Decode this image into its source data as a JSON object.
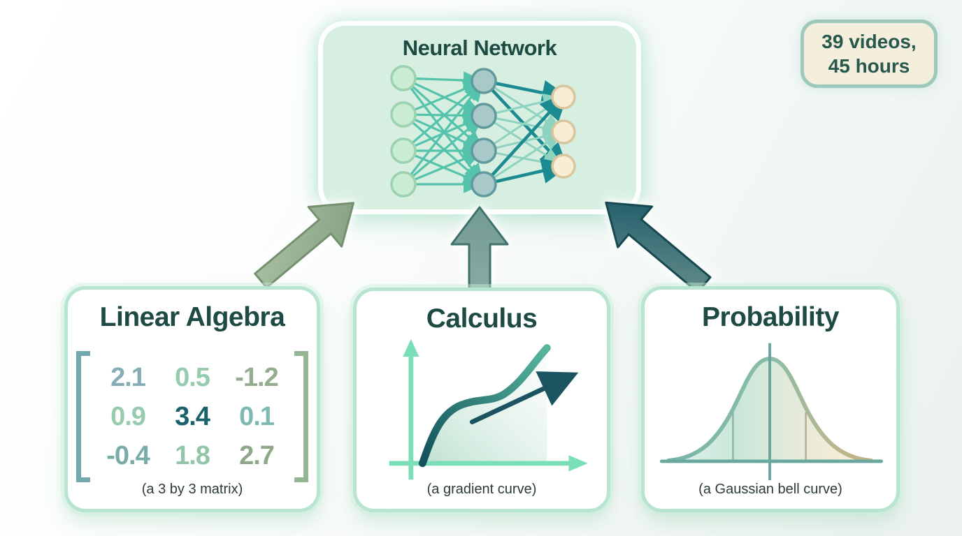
{
  "badge": {
    "line1": "39 videos,",
    "line2": "45 hours"
  },
  "neural_network": {
    "title": "Neural Network",
    "layers": [
      {
        "nodes": 4
      },
      {
        "nodes": 4
      },
      {
        "nodes": 3
      }
    ]
  },
  "cards": {
    "linear_algebra": {
      "title": "Linear Algebra",
      "caption": "(a 3 by 3 matrix)",
      "matrix": [
        [
          "2.1",
          "0.5",
          "-1.2"
        ],
        [
          "0.9",
          "3.4",
          "0.1"
        ],
        [
          "-0.4",
          "1.8",
          "2.7"
        ]
      ]
    },
    "calculus": {
      "title": "Calculus",
      "caption": "(a gradient curve)"
    },
    "probability": {
      "title": "Probability",
      "caption": "(a Gaussian bell curve)"
    }
  },
  "colors": {
    "title_text": "#1d4a42",
    "mint_card_border": "#b7e5d0",
    "nn_card_bg": "#d6efe1",
    "badge_bg": "#f4efdc",
    "badge_border": "#9ec8bb",
    "badge_text": "#27584e",
    "arrow_left": "#93ad8d",
    "arrow_middle": "#7ba19b",
    "arrow_right": "#2a6671"
  }
}
